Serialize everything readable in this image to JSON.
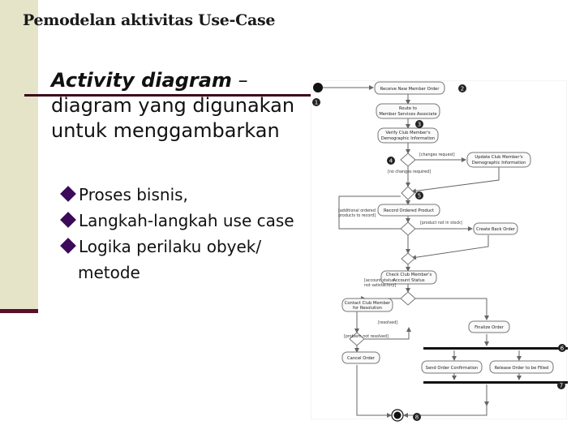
{
  "slide": {
    "title": "Pemodelan aktivitas Use-Case",
    "lead": "Activity diagram",
    "lead_dash": " –",
    "description": "diagram yang digunakan untuk menggambarkan",
    "bullets": [
      "Proses bisnis,",
      "Langkah-langkah use case",
      "Logika perilaku obyek/ metode"
    ]
  },
  "diagram": {
    "activities": {
      "receive": "Receive New Member Order",
      "route_1": "Route to",
      "route_2": "Member Services Associate",
      "verify_1": "Verify Club Member's",
      "verify_2": "Demographic Information",
      "update_1": "Update Club Member's",
      "update_2": "Demographic Information",
      "record": "Record Ordered Product",
      "backorder": "Create Back Order",
      "check_1": "Check Club Member's",
      "check_2": "Account Status",
      "contact_1": "Contact Club Member",
      "contact_2": "for Resolution",
      "finalize": "Finalize Order",
      "cancel": "Cancel Order",
      "send": "Send Order Confirmation",
      "release": "Release Order to be Filled"
    },
    "guards": {
      "changes_req": "[changes request]",
      "no_changes": "[no changes required]",
      "additional_1": "[additional ordered",
      "additional_2": "products to record]",
      "not_stock": "[product not in stock]",
      "account_1": "[account status",
      "account_2": "not satisfactory]",
      "resolved": "[resolved]",
      "problem": "[problem not resolved]"
    },
    "markers": [
      "1",
      "2",
      "3",
      "4",
      "5",
      "6",
      "7",
      "8"
    ]
  }
}
